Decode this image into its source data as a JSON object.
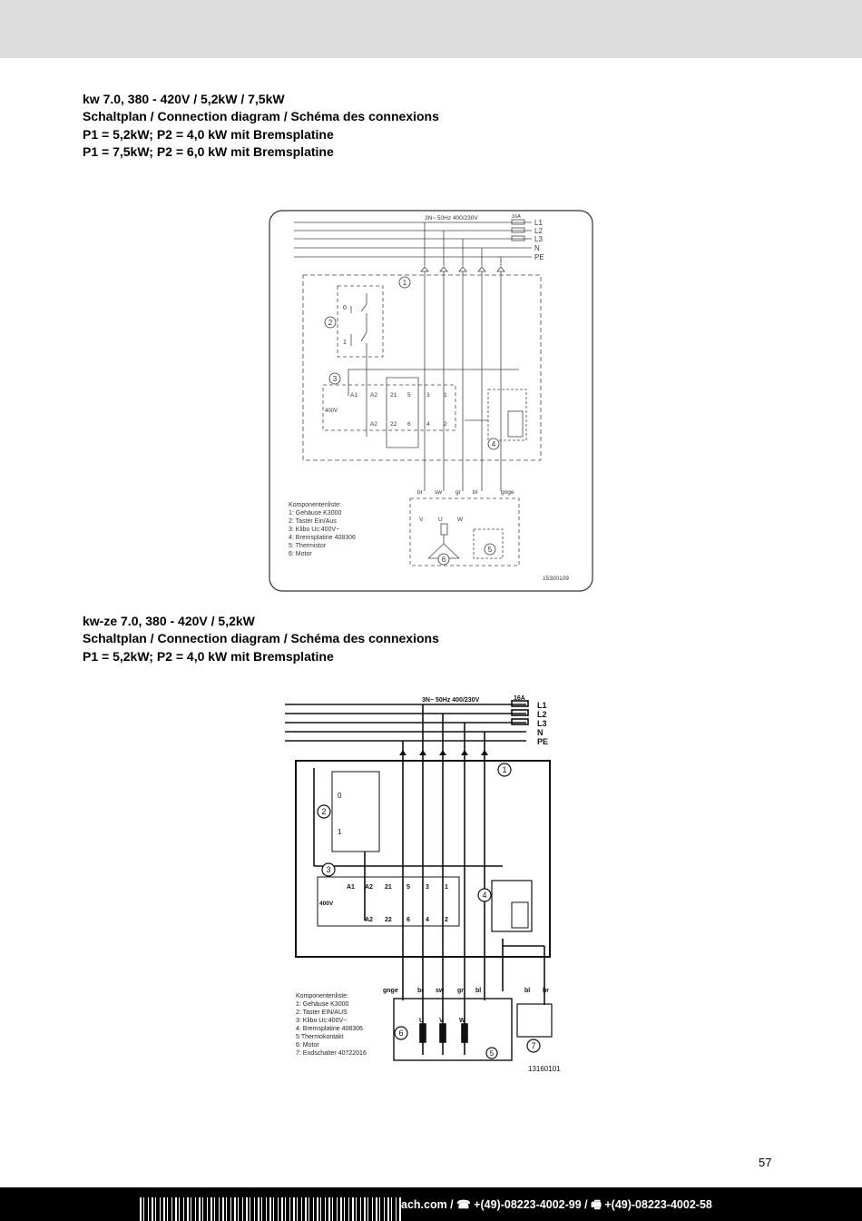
{
  "section1": {
    "lines": [
      "kw 7.0, 380 - 420V / 5,2kW / 7,5kW",
      "Schaltplan / Connection diagram / Schéma des connexions",
      "P1 = 5,2kW; P2 = 4,0 kW mit Bremsplatine",
      "P1 = 7,5kW; P2 = 6,0 kW mit Bremsplatine"
    ]
  },
  "diagram1": {
    "supply": "3N~ 50Hz 400/230V",
    "fuse": "16A",
    "phases": [
      "L1",
      "L2",
      "L3",
      "N",
      "PE"
    ],
    "markers": [
      "1",
      "2",
      "3",
      "4",
      "5",
      "6"
    ],
    "switch_positions": [
      "0",
      "1"
    ],
    "coil_voltage": "400V",
    "contacts_top": [
      "A1",
      "A2",
      "21",
      "5",
      "3",
      "1"
    ],
    "contacts_bottom": [
      "A2",
      "22",
      "6",
      "4",
      "2"
    ],
    "wire_colors": [
      "br",
      "sw",
      "gr",
      "bl",
      "gnge"
    ],
    "motor_terminals": [
      "V",
      "U",
      "W"
    ],
    "components_title": "Komponentenliste:",
    "components": [
      "1: Gehäuse  K3000",
      "2: Taster  Ein/Aus",
      "3: Klibo  Uc:400V~",
      "4: Bremsplatine  408306",
      "5: Thermistor",
      "6: Motor"
    ],
    "drawing_number": "15300109"
  },
  "section2": {
    "lines": [
      "kw-ze 7.0, 380 - 420V / 5,2kW",
      "Schaltplan / Connection diagram / Schéma des connexions",
      "P1 = 5,2kW; P2 = 4,0 kW mit Bremsplatine"
    ]
  },
  "diagram2": {
    "supply": "3N~ 50Hz 400/230V",
    "fuse": "16A",
    "phases": [
      "L1",
      "L2",
      "L3",
      "N",
      "PE"
    ],
    "markers": [
      "1",
      "2",
      "3",
      "4",
      "5",
      "6",
      "7"
    ],
    "switch_positions": [
      "0",
      "1"
    ],
    "coil_voltage": "400V",
    "contacts_top": [
      "A1",
      "A2",
      "21",
      "5",
      "3",
      "1"
    ],
    "contacts_bottom": [
      "A2",
      "22",
      "6",
      "4",
      "2"
    ],
    "wire_colors": [
      "gnge",
      "br",
      "sw",
      "gr",
      "bl",
      "bl",
      "br"
    ],
    "motor_terminals": [
      "U",
      "V",
      "W"
    ],
    "components_title": "Komponentenliste:",
    "components": [
      "1: Gehäuse K3000",
      "2: Taster EIN/AUS",
      "3: Klibo Uc:400V~",
      "4: Bremsplatine 408306",
      "5:Thermokontakt",
      "6: Motor",
      "7: Endschalter 40722016"
    ],
    "drawing_number": "13160101"
  },
  "page_number": "57",
  "footer": {
    "contact": "ach.com / ☎ +(49)-08223-4002-99 / 🖷 +(49)-08223-4002-58"
  }
}
